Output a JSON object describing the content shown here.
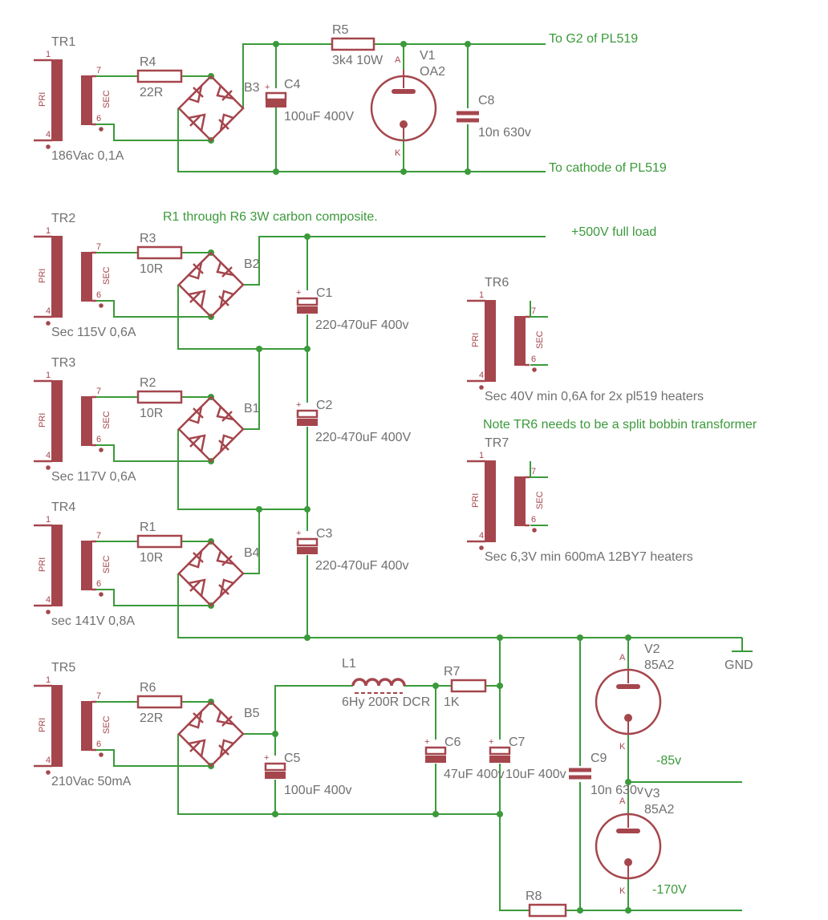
{
  "transformers": [
    {
      "id": "tr1",
      "ref": "TR1",
      "note": "186Vac 0,1A"
    },
    {
      "id": "tr2",
      "ref": "TR2",
      "note": "Sec 115V 0,6A"
    },
    {
      "id": "tr3",
      "ref": "TR3",
      "note": "Sec 117V 0,6A"
    },
    {
      "id": "tr4",
      "ref": "TR4",
      "note": "sec 141V 0,8A"
    },
    {
      "id": "tr5",
      "ref": "TR5",
      "note": "210Vac 50mA"
    },
    {
      "id": "tr6",
      "ref": "TR6",
      "note": "Sec 40V min 0,6A for 2x pl519 heaters"
    },
    {
      "id": "tr7",
      "ref": "TR7",
      "note": "Sec 6,3V min 600mA 12BY7 heaters"
    }
  ],
  "transformer_pins": {
    "p1": "1",
    "p4": "4",
    "p7": "7",
    "p6": "6",
    "pri": "PRI",
    "sec": "SEC"
  },
  "resistors": [
    {
      "id": "r4",
      "ref": "R4",
      "value": "22R"
    },
    {
      "id": "r3",
      "ref": "R3",
      "value": "10R"
    },
    {
      "id": "r2",
      "ref": "R2",
      "value": "10R"
    },
    {
      "id": "r1",
      "ref": "R1",
      "value": "10R"
    },
    {
      "id": "r6",
      "ref": "R6",
      "value": "22R"
    },
    {
      "id": "r5",
      "ref": "R5",
      "value": "3k4 10W"
    },
    {
      "id": "r7",
      "ref": "R7",
      "value": "1K"
    },
    {
      "id": "r8",
      "ref": "R8",
      "value": ""
    }
  ],
  "bridges": [
    "B3",
    "B2",
    "B1",
    "B4",
    "B5"
  ],
  "capacitors": [
    {
      "id": "c4",
      "ref": "C4",
      "value": "100uF 400V"
    },
    {
      "id": "c8",
      "ref": "C8",
      "value": "10n 630v"
    },
    {
      "id": "c1",
      "ref": "C1",
      "value": "220-470uF 400v"
    },
    {
      "id": "c2",
      "ref": "C2",
      "value": "220-470uF 400V"
    },
    {
      "id": "c3",
      "ref": "C3",
      "value": "220-470uF 400v"
    },
    {
      "id": "c5",
      "ref": "C5",
      "value": "100uF 400v"
    },
    {
      "id": "c6",
      "ref": "C6",
      "value": "47uF 400v"
    },
    {
      "id": "c7",
      "ref": "C7",
      "value": "10uF 400v"
    },
    {
      "id": "c9",
      "ref": "C9",
      "value": "10n 630v"
    }
  ],
  "cap_plus": "+",
  "tubes": [
    {
      "id": "v1",
      "ref": "V1",
      "value": "OA2"
    },
    {
      "id": "v2",
      "ref": "V2",
      "value": "85A2"
    },
    {
      "id": "v3",
      "ref": "V3",
      "value": "85A2"
    }
  ],
  "tube_pins": {
    "anode": "A",
    "cathode": "K"
  },
  "inductor": {
    "ref": "L1",
    "value": "6Hy 200R DCR"
  },
  "nets": {
    "g2": "To G2 of PL519",
    "cathode": "To cathode of PL519",
    "b500": "+500V full load",
    "gnd": "GND",
    "m85": "-85v",
    "m170": "-170V"
  },
  "notes": {
    "resistors": "R1 through R6 3W carbon composite.",
    "tr6": "Note TR6 needs to be a split bobbin transformer"
  },
  "colors": {
    "wire": "#3b9a3b",
    "part": "#a5464d",
    "label": "#707070"
  }
}
